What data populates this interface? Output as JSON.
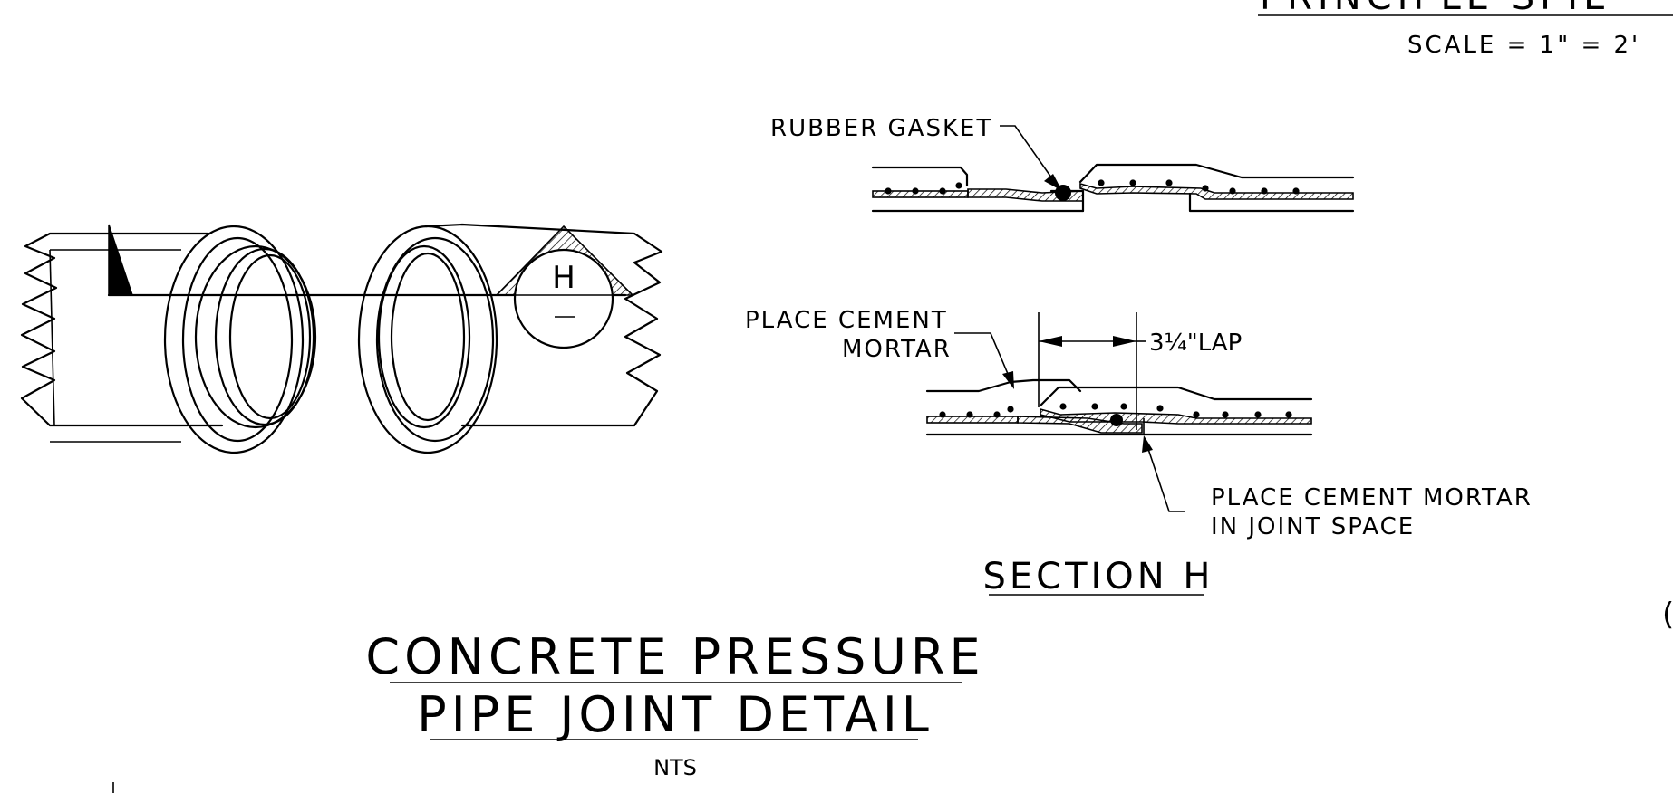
{
  "top_title_fragment": "PRINCIPLE SPIE",
  "scale_text": "SCALE = 1\" = 2'",
  "labels": {
    "rubber_gasket": "RUBBER GASKET",
    "place_cement_mortar_1": "PLACE CEMENT",
    "place_cement_mortar_2": "MORTAR",
    "lap": "3¼\"LAP",
    "joint_space_1": "PLACE CEMENT MORTAR",
    "joint_space_2": "IN JOINT SPACE",
    "section_title": "SECTION H",
    "section_marker_letter": "H",
    "section_marker_dash": "—"
  },
  "main_title": {
    "line1": "CONCRETE PRESSURE",
    "line2": "PIPE JOINT DETAIL",
    "scale": "NTS"
  },
  "edge_fragment": "("
}
